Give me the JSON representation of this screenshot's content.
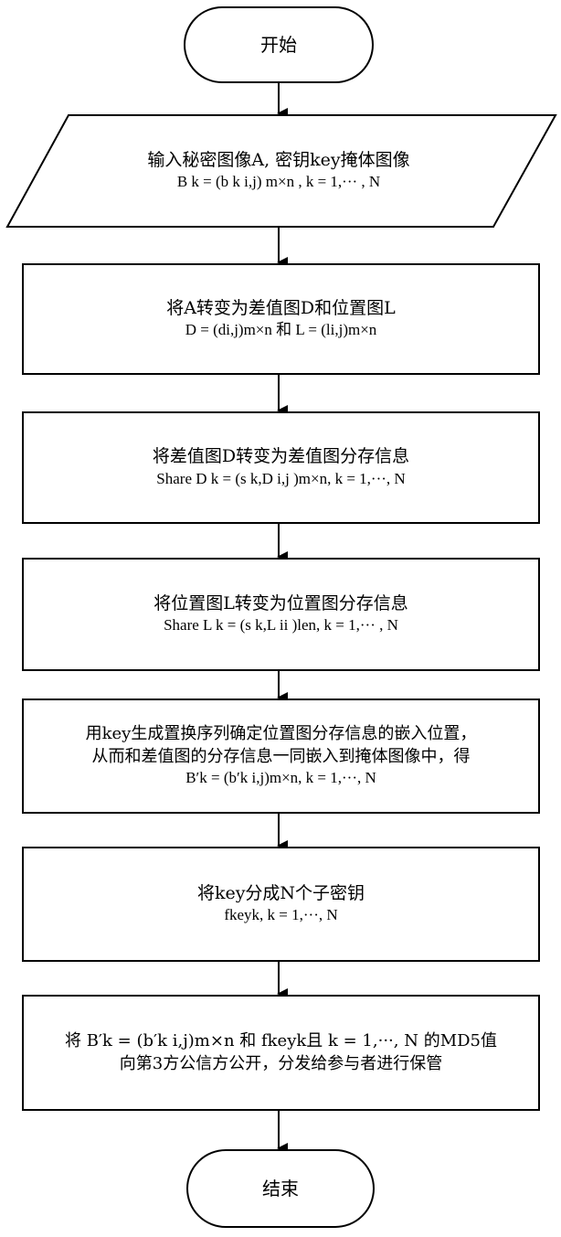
{
  "flowchart": {
    "start": {
      "label": "开始"
    },
    "input": {
      "line1": "输入秘密图像A, 密钥key掩体图像",
      "line2": "B k = (b k i,j) m×n , k = 1,··· , N"
    },
    "step1": {
      "line1": "将A转变为差值图D和位置图L",
      "line2": "D = (di,j)m×n 和 L = (li,j)m×n"
    },
    "step2": {
      "line1": "将差值图D转变为差值图分存信息",
      "line2": "Share D k = (s k,D i,j )m×n, k = 1,···, N"
    },
    "step3": {
      "line1": "将位置图L转变为位置图分存信息",
      "line2": "Share L k = (s k,L ii )len, k = 1,··· , N"
    },
    "step4": {
      "line1": "用key生成置换序列确定位置图分存信息的嵌入位置，",
      "line2": "从而和差值图的分存信息一同嵌入到掩体图像中，得",
      "line3": "B′k = (b′k i,j)m×n, k = 1,···, N"
    },
    "step5": {
      "line1": "将key分成N个子密钥",
      "line2": "fkeyk, k = 1,···, N"
    },
    "step6": {
      "line1": "将 B′k = (b′k i,j)m×n 和 fkeyk且 k = 1,···, N 的MD5值",
      "line2": "向第3方公信方公开，分发给参与者进行保管"
    },
    "end": {
      "label": "结束"
    }
  }
}
